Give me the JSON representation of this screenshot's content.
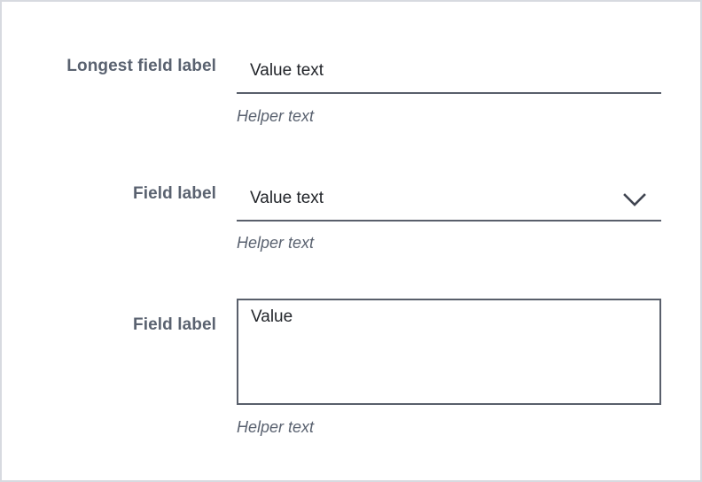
{
  "form": {
    "fields": [
      {
        "label": "Longest field label",
        "type": "text-input",
        "value": "Value text",
        "helper": "Helper text"
      },
      {
        "label": "Field label",
        "type": "select",
        "value": "Value text",
        "helper": "Helper text",
        "icon": "chevron-down-icon"
      },
      {
        "label": "Field label",
        "type": "textarea",
        "value": "Value",
        "helper": "Helper text"
      }
    ]
  },
  "colors": {
    "label": "#5a6270",
    "value": "#22252a",
    "underline": "#595f6b",
    "helper": "#5a6270",
    "page_border": "#d7dae0",
    "background": "#ffffff"
  }
}
